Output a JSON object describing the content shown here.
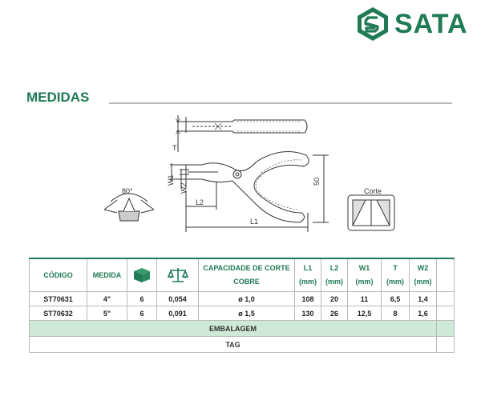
{
  "brand": {
    "name": "SATA",
    "color": "#1f7a55",
    "logo_icon": "sata-hexagon-logo"
  },
  "section_title": "MEDIDAS",
  "drawing": {
    "labels": {
      "t": "T",
      "w1": "W1",
      "w2": "W2",
      "l1": "L1",
      "l2": "L2",
      "fifty": "50",
      "angle": "80°",
      "corte": "Corte"
    }
  },
  "table": {
    "headers": {
      "codigo": "CÓDIGO",
      "medida": "MEDIDA",
      "qty_icon": "box-icon",
      "weight_icon": "scale-icon",
      "capacidade_line1": "CAPACIDADE DE CORTE",
      "capacidade_line2": "COBRE",
      "l1_top": "L1",
      "l1_bottom": "(mm)",
      "l2_top": "L2",
      "l2_bottom": "(mm)",
      "w1_top": "W1",
      "w1_bottom": "(mm)",
      "t_top": "T",
      "t_bottom": "(mm)",
      "w2_top": "W2",
      "w2_bottom": "(mm)"
    },
    "rows": [
      {
        "codigo": "ST70631",
        "medida": "4\"",
        "qty": "6",
        "peso": "0,054",
        "capacidade": "ø 1,0",
        "l1": "108",
        "l2": "20",
        "w1": "11",
        "t": "6,5",
        "w2": "1,4"
      },
      {
        "codigo": "ST70632",
        "medida": "5\"",
        "qty": "6",
        "peso": "0,091",
        "capacidade": "ø 1,5",
        "l1": "130",
        "l2": "26",
        "w1": "12,5",
        "t": "8",
        "w2": "1,6"
      }
    ],
    "embalagem_label": "EMBALAGEM",
    "tag_label": "TAG",
    "band_color": "#cfe9d9"
  }
}
